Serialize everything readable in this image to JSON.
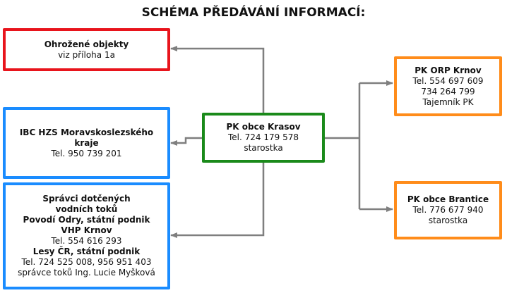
{
  "title": "SCHÉMA PŘEDÁVÁNÍ INFORMACÍ:",
  "boxes": {
    "endangered": {
      "name": "Ohrožené objekty",
      "line1": "viz příloha 1a"
    },
    "ibc": {
      "name": "IBC HZS Moravskoslezského kraje",
      "line1": "Tel. 950 739 201"
    },
    "water": {
      "l1": "Správci dotčených",
      "l2": "vodních toků",
      "l3": "Povodí Odry, státní podnik",
      "l4": "VHP Krnov",
      "l5": "Tel. 554 616 293",
      "l6": "Lesy ČR, státní podnik",
      "l7": "Tel. 724 525 008, 956 951 403",
      "l8": "správce toků Ing. Lucie Myšková"
    },
    "center": {
      "name": "PK obce Krasov",
      "line1": "Tel. 724 179 578",
      "line2": "starostka"
    },
    "orp": {
      "name": "PK ORP Krnov",
      "line1": "Tel. 554 697 609",
      "line2": "734 264 799",
      "line3": "Tajemník PK"
    },
    "brantice": {
      "name": "PK obce Brantice",
      "line1": "Tel. 776 677 940",
      "line2": "starostka"
    }
  },
  "colors": {
    "red": "#e8141c",
    "blue": "#1a8cff",
    "green": "#1a8a1a",
    "orange": "#ff8c1a",
    "connector": "#7f7f7f"
  }
}
